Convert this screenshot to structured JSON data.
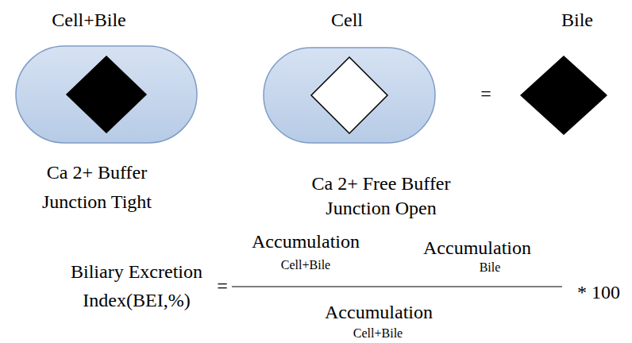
{
  "diagram": {
    "nodes": [
      {
        "text": [
          "Cell+Bile",
          "Ca 2+ Buffer Junction Tight"
        ]
      },
      {
        "text": [
          "Cell",
          "Ca 2+ Free Buffer Junction Open"
        ]
      },
      {
        "text": [
          "Bile"
        ]
      }
    ],
    "labels": [
      "=",
      "Biliary Excretion Index(BEI,%)",
      "=",
      "Accumulation",
      "Cell+Bile",
      "Accumulation",
      "Bile",
      "* 100",
      "Accumulation",
      "Cell+Bile"
    ]
  }
}
